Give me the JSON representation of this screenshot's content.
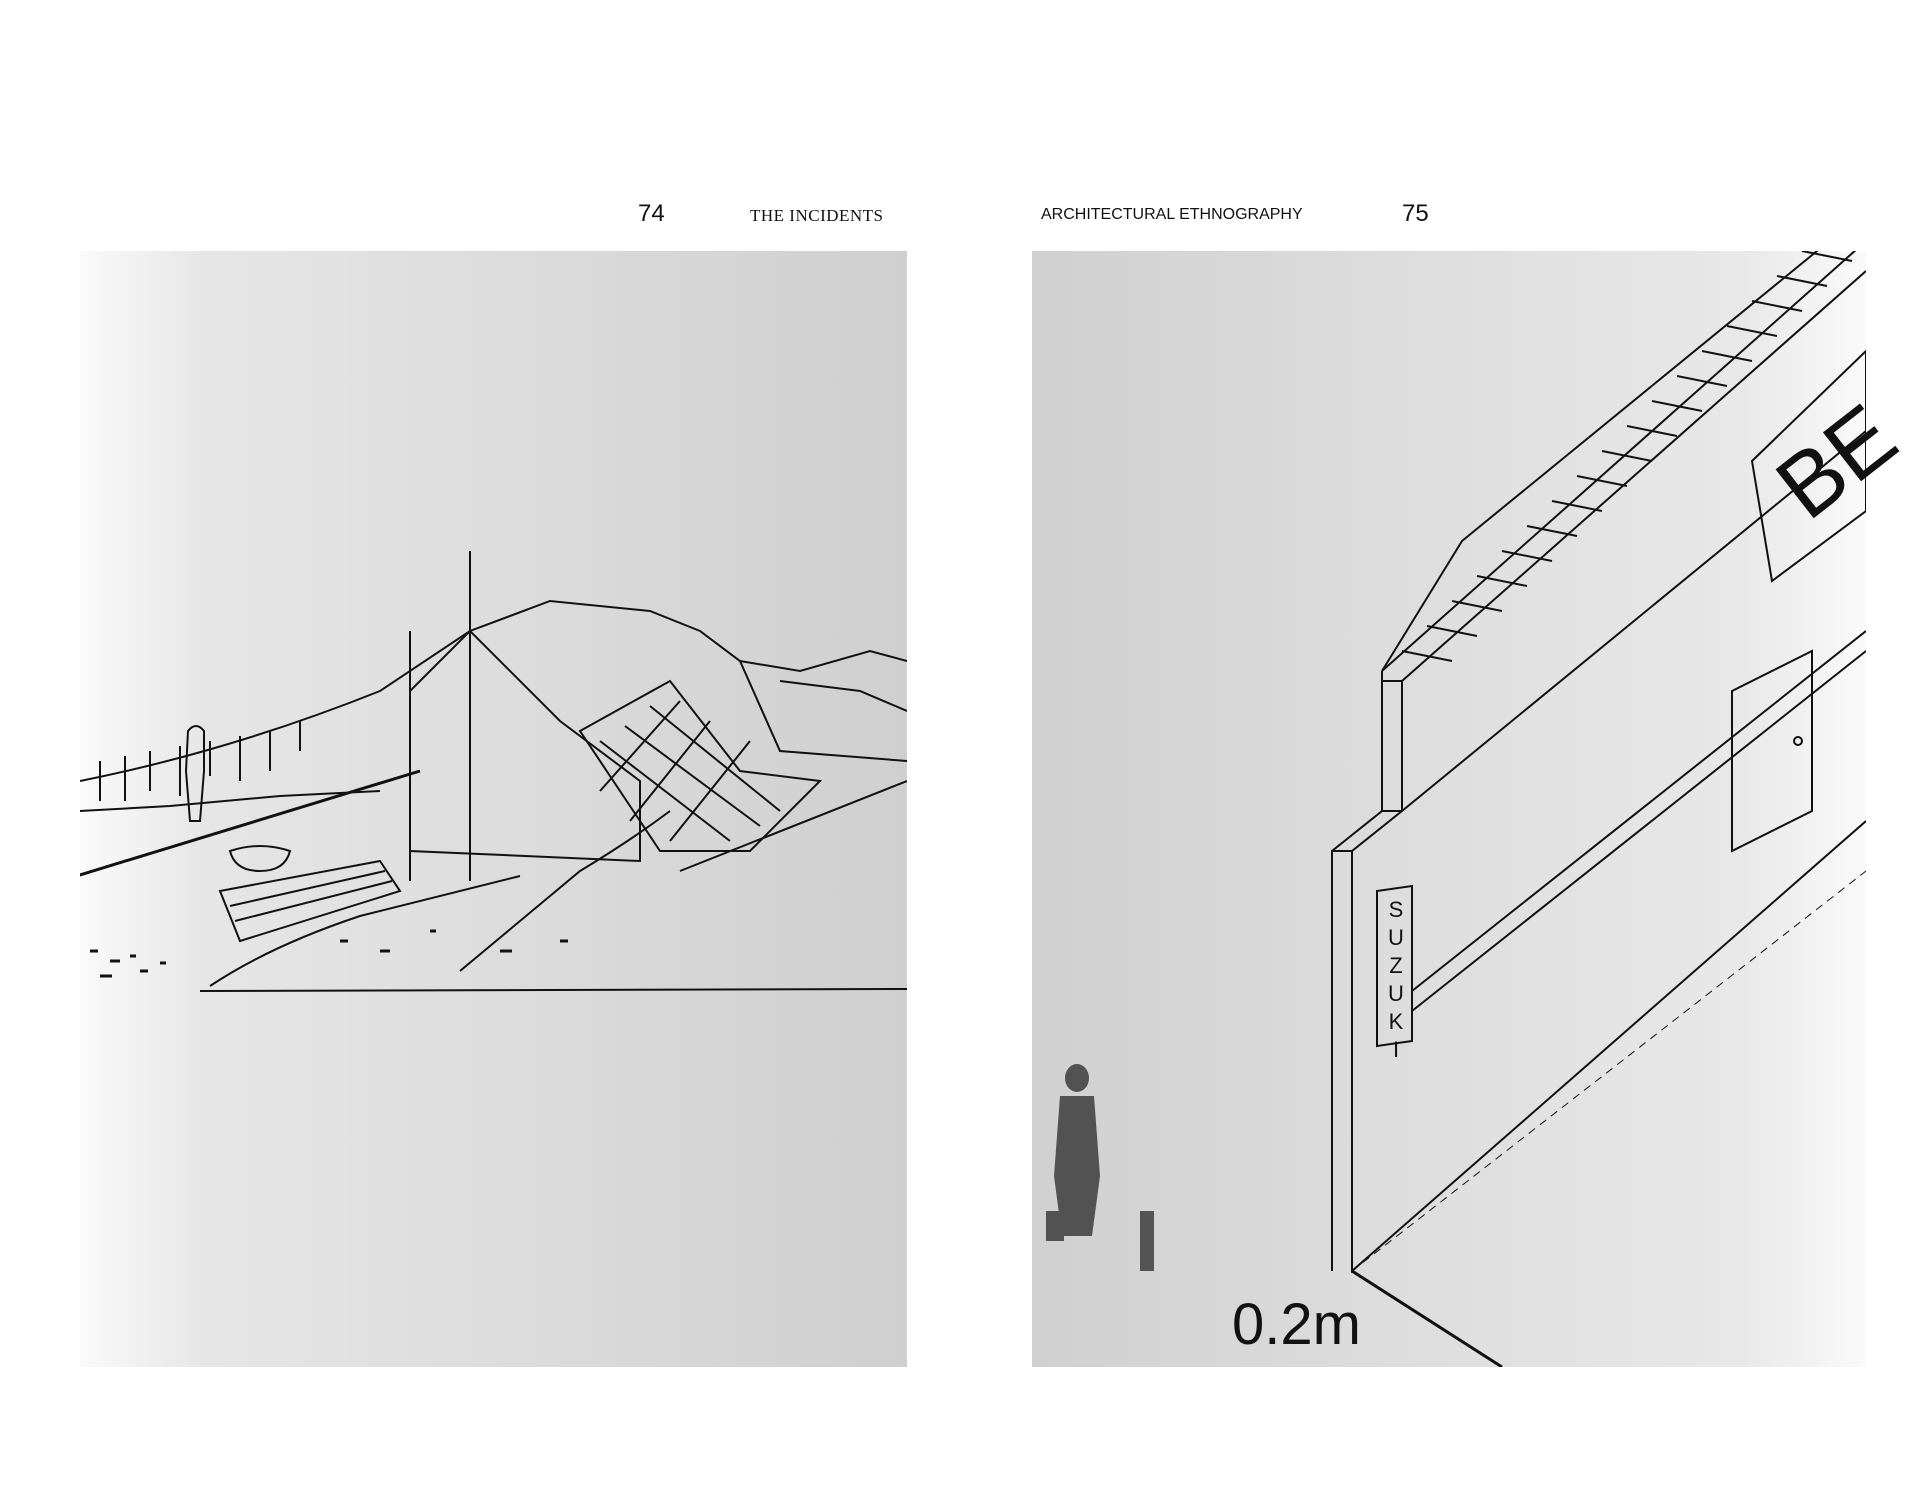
{
  "left_page": {
    "number": "74",
    "running_head": "THE INCIDENTS"
  },
  "right_page": {
    "number": "75",
    "running_head": "ARCHITECTURAL ETHNOGRAPHY"
  },
  "right_figure": {
    "scale_label": "0.2m",
    "shop_sign": "SUZUKI",
    "building_sign": "BE"
  }
}
